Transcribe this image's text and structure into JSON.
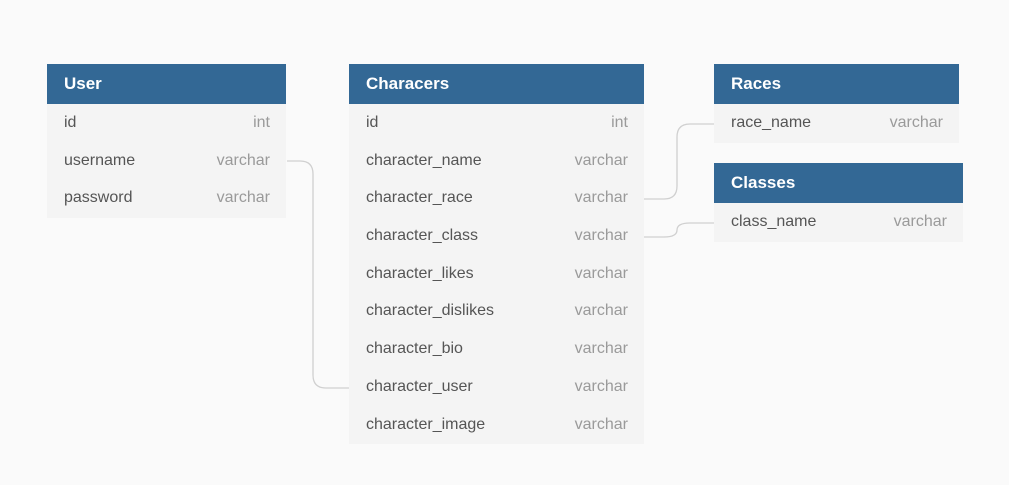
{
  "tables": {
    "user": {
      "title": "User",
      "fields": [
        {
          "name": "id",
          "type": "int"
        },
        {
          "name": "username",
          "type": "varchar"
        },
        {
          "name": "password",
          "type": "varchar"
        }
      ]
    },
    "characters": {
      "title": "Characers",
      "fields": [
        {
          "name": "id",
          "type": "int"
        },
        {
          "name": "character_name",
          "type": "varchar"
        },
        {
          "name": "character_race",
          "type": "varchar"
        },
        {
          "name": "character_class",
          "type": "varchar"
        },
        {
          "name": "character_likes",
          "type": "varchar"
        },
        {
          "name": "character_dislikes",
          "type": "varchar"
        },
        {
          "name": "character_bio",
          "type": "varchar"
        },
        {
          "name": "character_user",
          "type": "varchar"
        },
        {
          "name": "character_image",
          "type": "varchar"
        }
      ]
    },
    "races": {
      "title": "Races",
      "fields": [
        {
          "name": "race_name",
          "type": "varchar"
        }
      ]
    },
    "classes": {
      "title": "Classes",
      "fields": [
        {
          "name": "class_name",
          "type": "varchar"
        }
      ]
    }
  },
  "colors": {
    "header_bg": "#336895",
    "header_text": "#ffffff",
    "table_bg": "#f4f4f4",
    "field_text": "#555555",
    "type_text": "#9a9a9a",
    "connector": "#d0d0d0",
    "canvas_bg": "#fafafa"
  }
}
